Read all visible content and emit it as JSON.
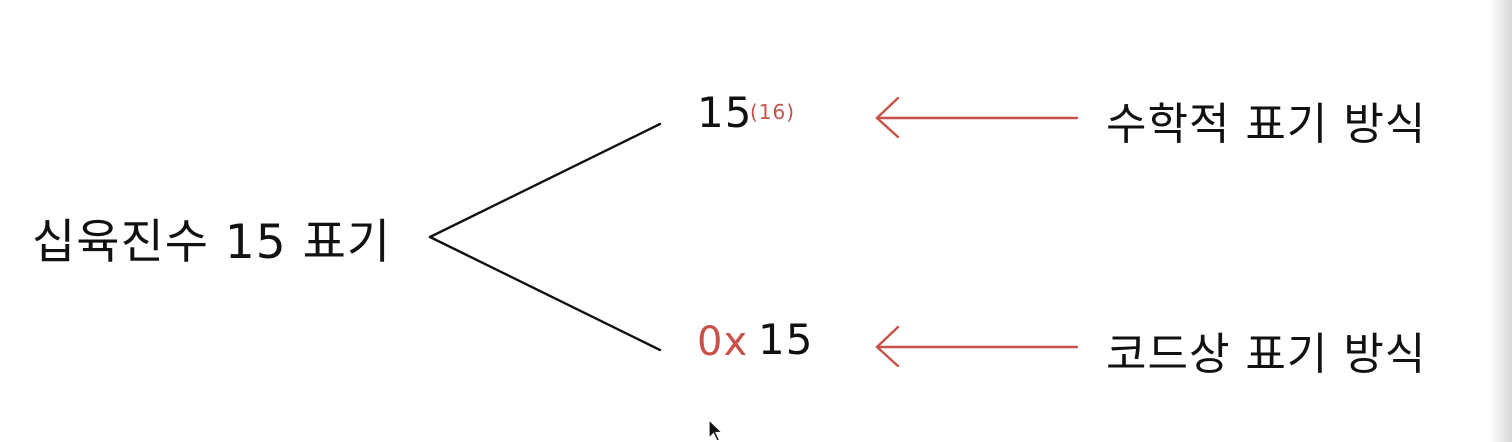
{
  "diagram": {
    "root_label": "십육진수 15 표기",
    "branches": [
      {
        "value_text": "15",
        "subscript_text": "(16)",
        "method_label": "수학적 표기 방식"
      },
      {
        "prefix_text": "0x",
        "value_text": "15",
        "method_label": "코드상 표기 방식"
      }
    ]
  },
  "colors": {
    "ink": "#111111",
    "accent": "#c8514a",
    "background": "#ffffff"
  },
  "icons": {
    "cursor": "mouse-pointer-icon"
  }
}
